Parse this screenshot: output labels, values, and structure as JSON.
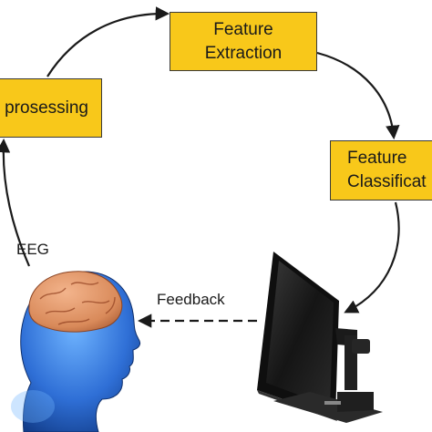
{
  "diagram": {
    "preprocessing_label": "prosessing",
    "feature_extraction_lines": [
      "Feature",
      "Extraction"
    ],
    "feature_classification_lines": [
      "Feature",
      "Classificat"
    ],
    "eeg_label": "EEG",
    "feedback_label": "Feedback"
  },
  "colors": {
    "box_fill": "#f8c81a",
    "box_border": "#3a3a3a",
    "arrow": "#1a1a1a",
    "brain": "#d98a5a",
    "head": "#2f6fd6",
    "monitor": "#1c1c1c"
  },
  "icons": {
    "head": "human-head-with-brain-icon",
    "monitor": "computer-monitor-icon"
  }
}
